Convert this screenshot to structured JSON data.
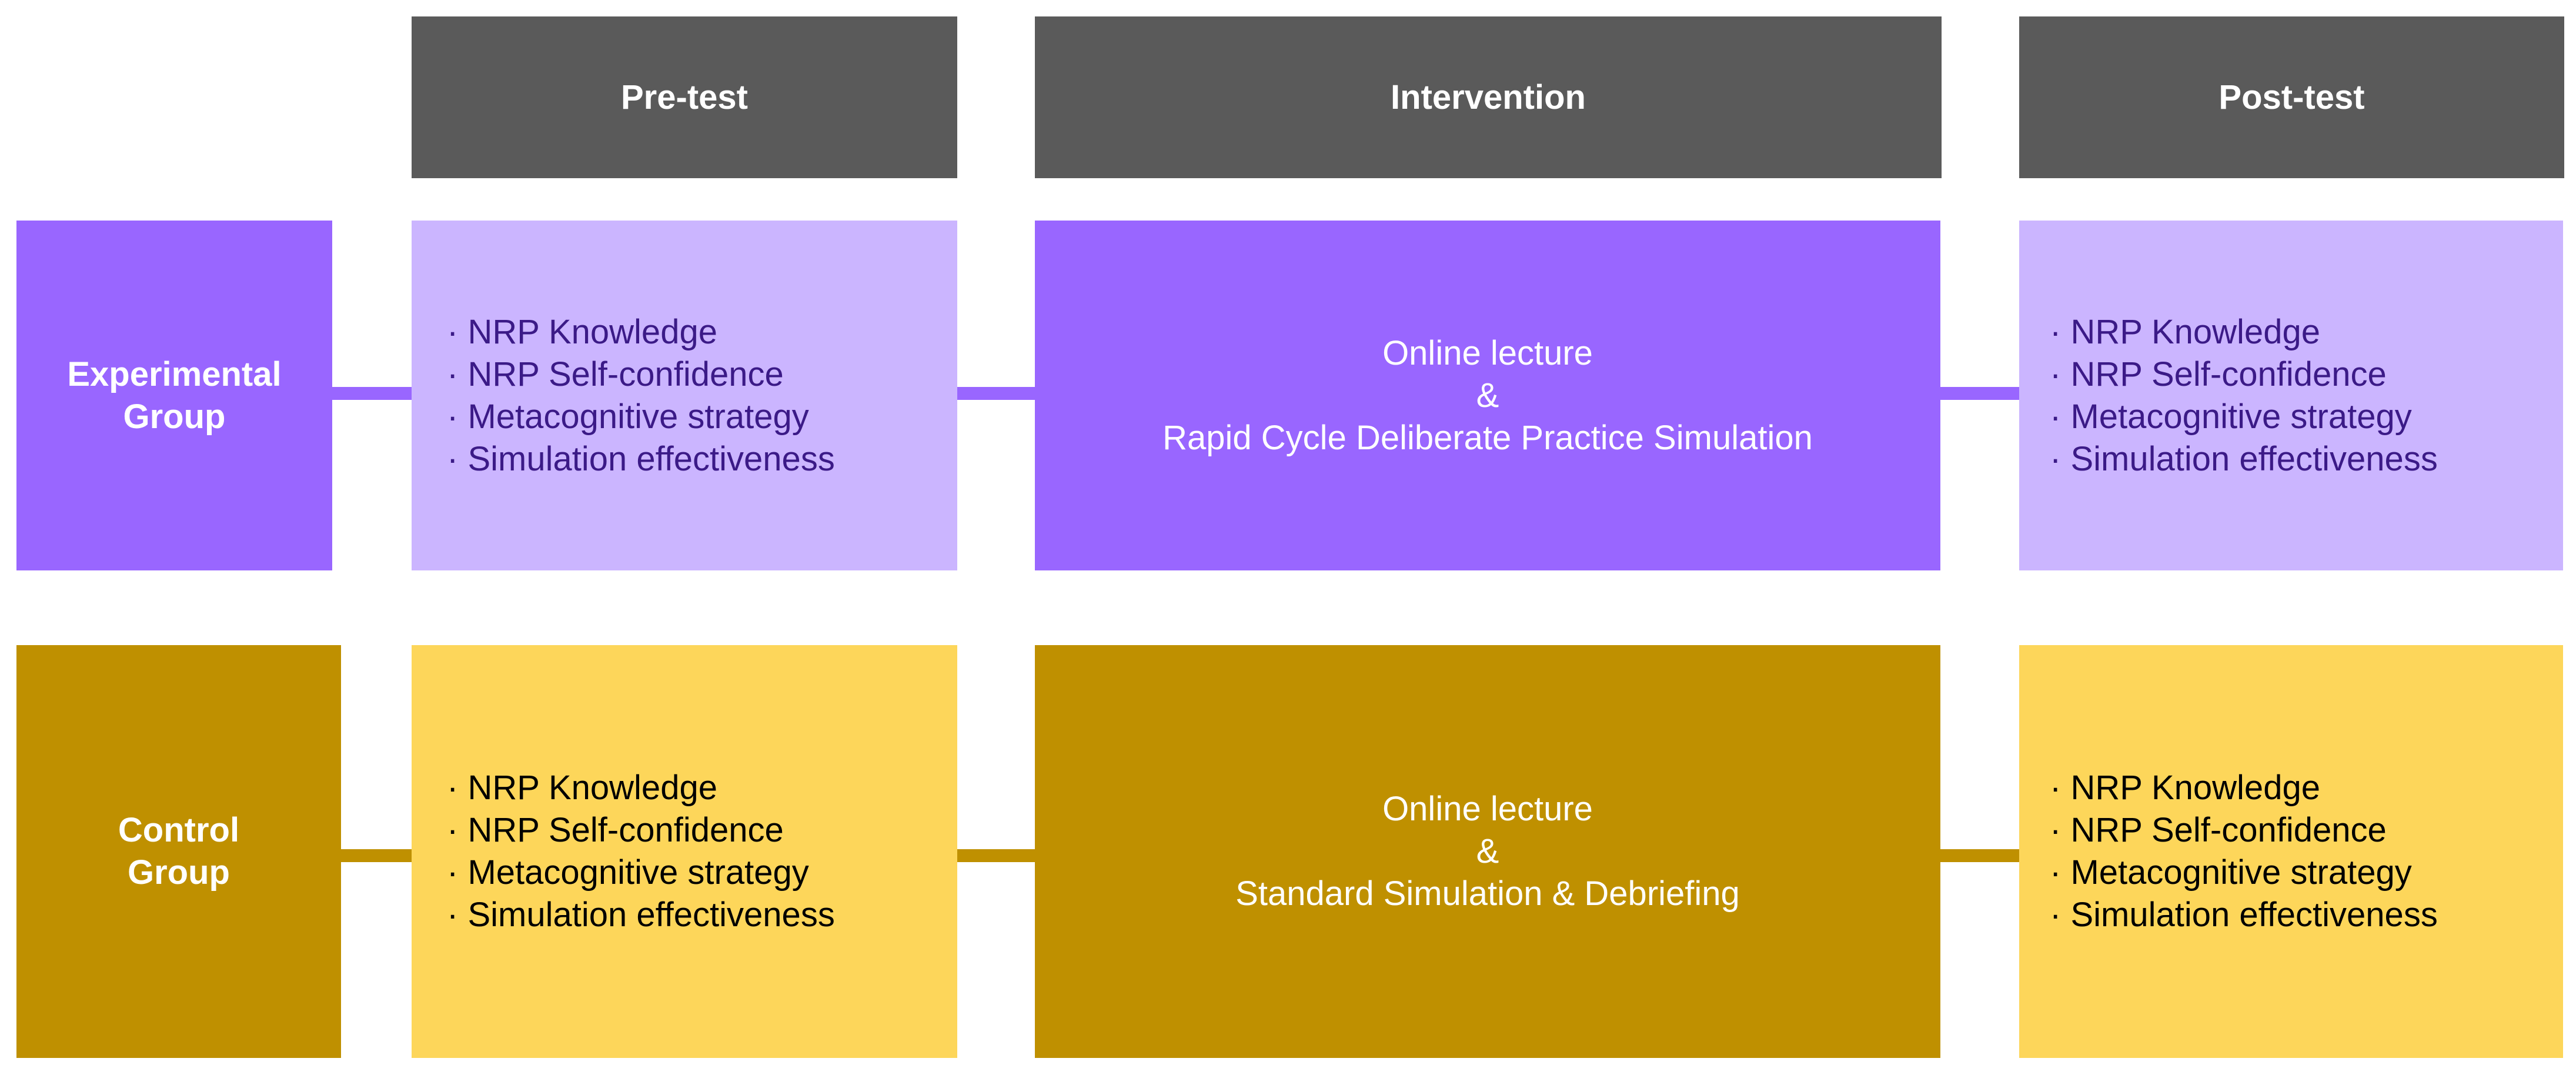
{
  "headers": {
    "pretest": "Pre-test",
    "intervention": "Intervention",
    "posttest": "Post-test"
  },
  "experimental": {
    "label_line1": "Experimental",
    "label_line2": "Group",
    "pretest_items": [
      "NRP Knowledge",
      "NRP Self-confidence",
      "Metacognitive strategy",
      "Simulation effectiveness"
    ],
    "intervention": {
      "line1": "Online lecture",
      "line2": "&",
      "line3": "Rapid Cycle Deliberate Practice Simulation"
    },
    "posttest_items": [
      "NRP Knowledge",
      "NRP Self-confidence",
      "Metacognitive strategy",
      "Simulation effectiveness"
    ]
  },
  "control": {
    "label_line1": "Control",
    "label_line2": "Group",
    "pretest_items": [
      "NRP Knowledge",
      "NRP Self-confidence",
      "Metacognitive strategy",
      "Simulation effectiveness"
    ],
    "intervention": {
      "line1": "Online lecture",
      "line2": "&",
      "line3": "Standard Simulation & Debriefing"
    },
    "posttest_items": [
      "NRP Knowledge",
      "NRP Self-confidence",
      "Metacognitive strategy",
      "Simulation effectiveness"
    ]
  },
  "colors": {
    "header": "#5a5a5a",
    "experimental_dark": "#9966ff",
    "experimental_light": "#cbb5ff",
    "control_dark": "#bf9000",
    "control_light": "#fdd65a"
  }
}
